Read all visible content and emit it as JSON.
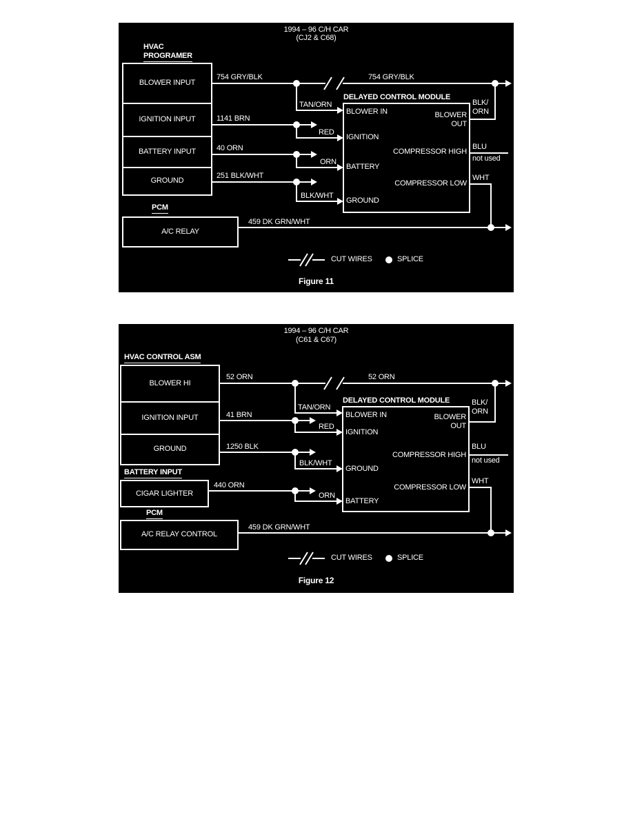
{
  "document": {
    "type": "wiring-diagram-page",
    "background": "#ffffff",
    "panel_background": "#000000",
    "ink_color": "#ffffff"
  },
  "legend": {
    "cut_wires": "CUT WIRES",
    "splice": "SPLICE"
  },
  "fig11": {
    "title_line1": "1994 – 96  C/H CAR",
    "title_line2": "(CJ2 & C68)",
    "caption": "Figure 11",
    "hvac_label_line1": "HVAC",
    "hvac_label_line2": "PROGRAMER",
    "hvac_rows": [
      "BLOWER INPUT",
      "IGNITION INPUT",
      "BATTERY INPUT",
      "GROUND"
    ],
    "wires": {
      "blower_left": "754 GRY/BLK",
      "blower_right": "754 GRY/BLK",
      "ignition": "1141 BRN",
      "battery": "40 ORN",
      "ground": "251 BLK/WHT",
      "relay": "459 DK GRN/WHT"
    },
    "branches": {
      "blower": "TAN/ORN",
      "ignition": "RED",
      "battery": "ORN",
      "ground": "BLK/WHT"
    },
    "module": {
      "title": "DELAYED CONTROL MODULE",
      "pins": {
        "blower_in": "BLOWER IN",
        "ignition": "IGNITION",
        "battery": "BATTERY",
        "ground": "GROUND",
        "blower_out_line1": "BLOWER",
        "blower_out_line2": "OUT",
        "compressor_high": "COMPRESSOR HIGH",
        "compressor_low": "COMPRESSOR LOW"
      },
      "outputs": {
        "blower_out_line1": "BLK/",
        "blower_out_line2": "ORN",
        "compressor_high": "BLU",
        "compressor_high_note": "not used",
        "compressor_low": "WHT"
      }
    },
    "pcm_label": "PCM",
    "pcm_box": "A/C RELAY"
  },
  "fig12": {
    "title_line1": "1994 – 96  C/H CAR",
    "title_line2": "(C61 & C67)",
    "caption": "Figure 12",
    "hvac_label": "HVAC CONTROL ASM",
    "hvac_rows": [
      "BLOWER HI",
      "IGNITION INPUT",
      "GROUND"
    ],
    "battery_section_label": "BATTERY INPUT",
    "battery_box": "CIGAR LIGHTER",
    "wires": {
      "blower_left": "52 ORN",
      "blower_right": "52 ORN",
      "ignition": "41 BRN",
      "ground": "1250 BLK",
      "battery": "440 ORN",
      "relay": "459 DK GRN/WHT"
    },
    "branches": {
      "blower": "TAN/ORN",
      "ignition": "RED",
      "ground": "BLK/WHT",
      "battery": "ORN"
    },
    "module": {
      "title": "DELAYED CONTROL MODULE",
      "pins": {
        "blower_in": "BLOWER IN",
        "ignition": "IGNITION",
        "ground": "GROUND",
        "battery": "BATTERY",
        "blower_out_line1": "BLOWER",
        "blower_out_line2": "OUT",
        "compressor_high": "COMPRESSOR HIGH",
        "compressor_low": "COMPRESSOR LOW"
      },
      "outputs": {
        "blower_out_line1": "BLK/",
        "blower_out_line2": "ORN",
        "compressor_high": "BLU",
        "compressor_high_note": "not used",
        "compressor_low": "WHT"
      }
    },
    "pcm_label": "PCM",
    "pcm_box": "A/C RELAY CONTROL"
  }
}
